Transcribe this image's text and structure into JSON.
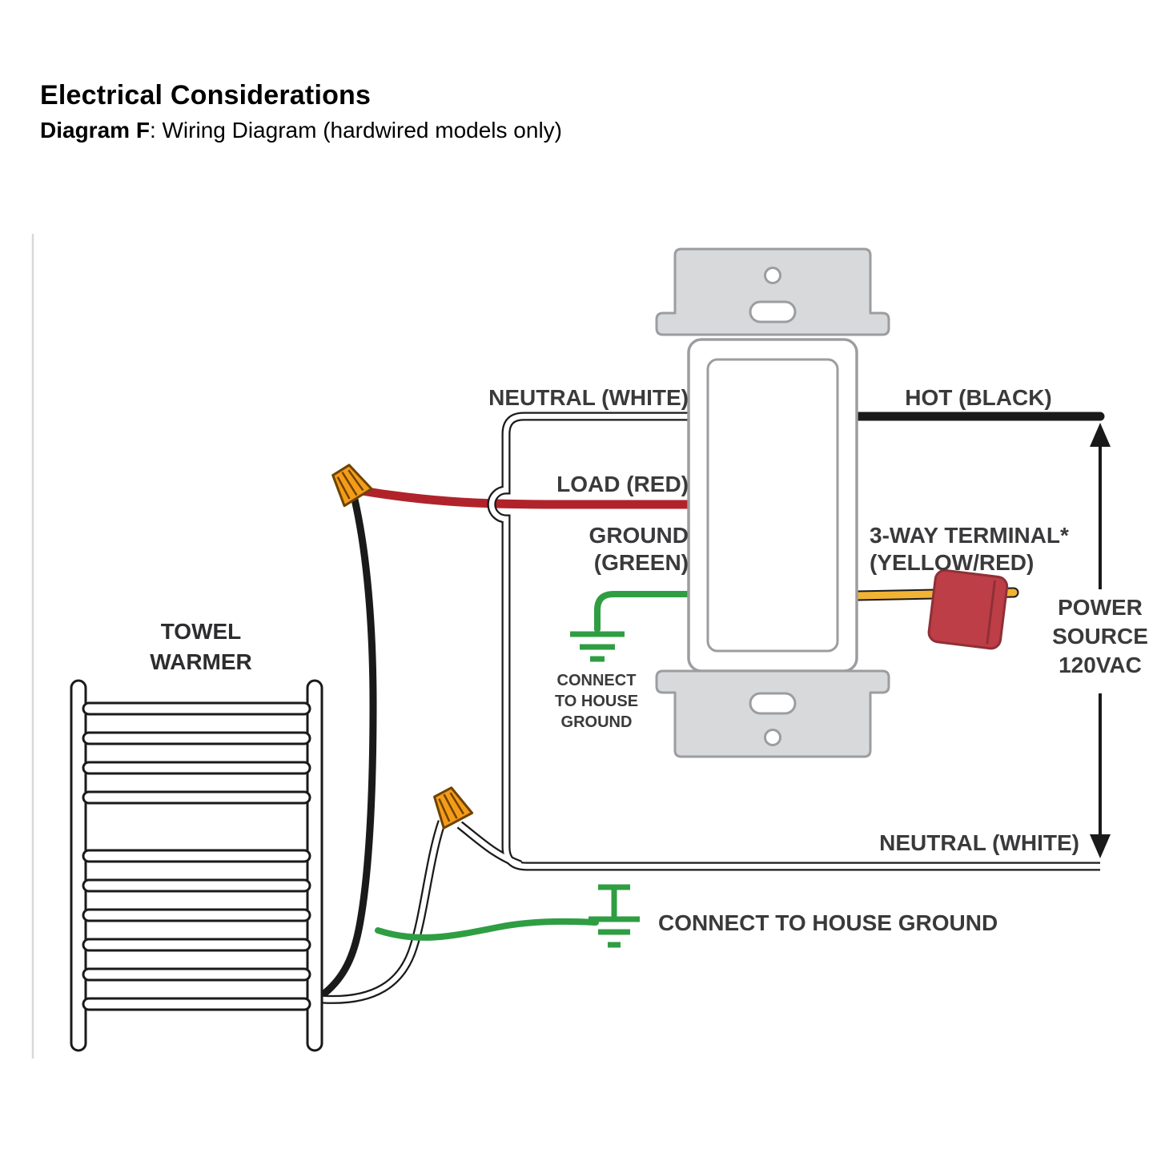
{
  "header": {
    "title": "Electrical Considerations",
    "subtitle_bold": "Diagram F",
    "subtitle_rest": ": Wiring Diagram (hardwired models only)"
  },
  "diagram": {
    "labels": {
      "neutral_top": "NEUTRAL (WHITE)",
      "hot": "HOT (BLACK)",
      "load": "LOAD (RED)",
      "ground_line1": "GROUND",
      "ground_line2": "(GREEN)",
      "three_way_line1": "3-WAY TERMINAL*",
      "three_way_line2": "(YELLOW/RED)",
      "power_line1": "POWER",
      "power_line2": "SOURCE",
      "power_line3": "120VAC",
      "house_ground_line1": "CONNECT",
      "house_ground_line2": "TO HOUSE",
      "house_ground_line3": "GROUND",
      "neutral_bottom": "NEUTRAL (WHITE)",
      "house_ground_bottom": "CONNECT TO HOUSE GROUND",
      "towel_line1": "TOWEL",
      "towel_line2": "WARMER"
    },
    "colors": {
      "wire_black": "#1a1a1a",
      "wire_red": "#b1232b",
      "wire_green": "#2f9e43",
      "wire_yellow": "#f2b233",
      "connector_orange": "#f49c1a",
      "terminal_cap_red": "#bd3e46",
      "plate_fill": "#d8d9da",
      "plate_stroke": "#9b9da0",
      "label_text": "#3a3a3c"
    }
  }
}
